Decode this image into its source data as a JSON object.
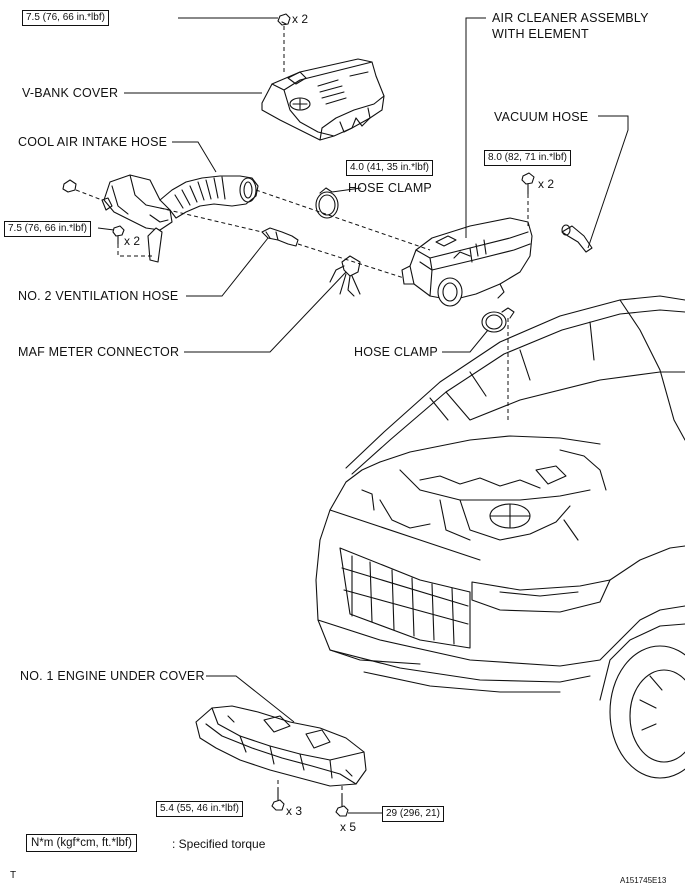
{
  "labels": {
    "v_bank_cover": "V-BANK COVER",
    "cool_air_intake_hose": "COOL AIR INTAKE HOSE",
    "no2_ventilation_hose": "NO. 2 VENTILATION HOSE",
    "maf_meter_connector": "MAF METER CONNECTOR",
    "air_cleaner_line1": "AIR CLEANER ASSEMBLY",
    "air_cleaner_line2": "WITH ELEMENT",
    "vacuum_hose": "VACUUM HOSE",
    "hose_clamp_upper": "HOSE CLAMP",
    "hose_clamp_lower": "HOSE CLAMP",
    "no1_engine_under_cover": "NO. 1 ENGINE UNDER COVER"
  },
  "torques": {
    "v_bank_nut": "7.5 (76, 66 in.*lbf)",
    "intake_bolt": "7.5 (76, 66 in.*lbf)",
    "hose_clamp": "4.0 (41, 35 in.*lbf)",
    "air_cleaner_bolt": "8.0 (82, 71 in.*lbf)",
    "under_cover_bolt_a": "5.4 (55, 46 in.*lbf)",
    "under_cover_bolt_b": "29 (296, 21)"
  },
  "counts": {
    "v_bank": "x 2",
    "intake": "x 2",
    "air_cleaner": "x 2",
    "under_a": "x 3",
    "under_b": "x 5"
  },
  "legend": {
    "unit": "N*m (kgf*cm, ft.*lbf)",
    "text": ": Specified torque"
  },
  "footer": {
    "corner_mark": "T",
    "figure_code": "A151745E13"
  }
}
